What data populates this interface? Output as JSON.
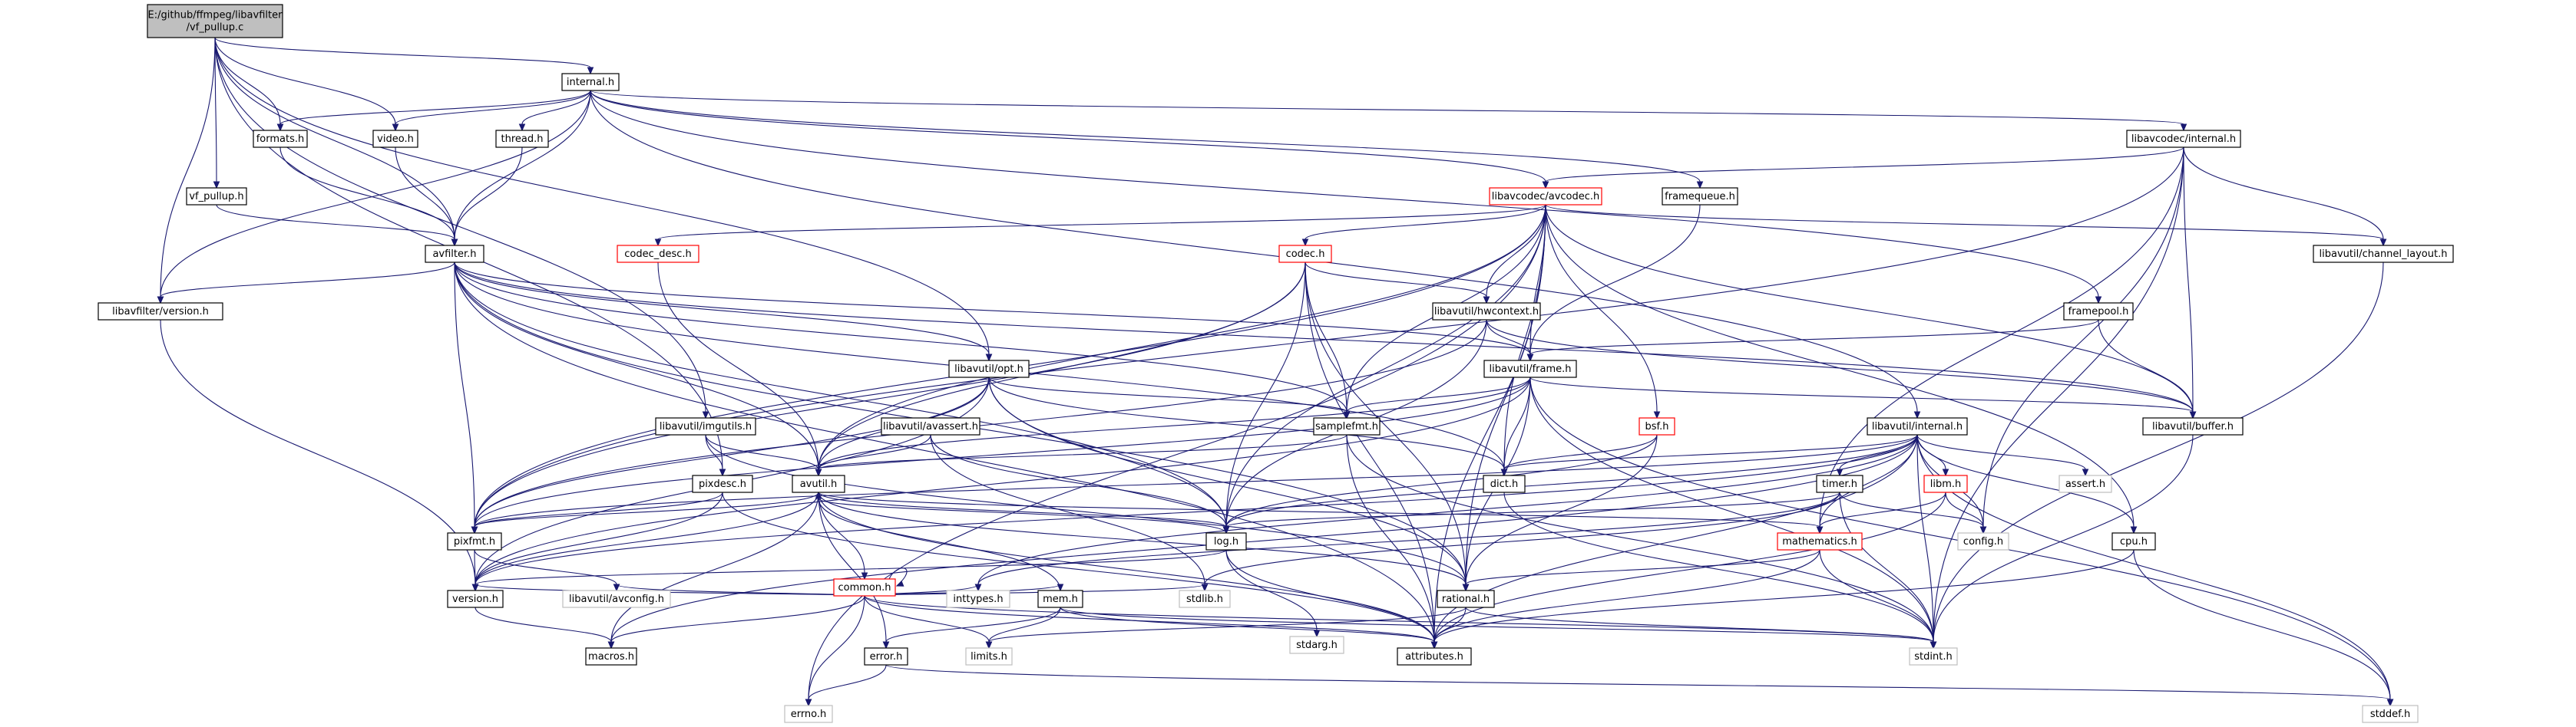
{
  "graph_title": "",
  "colors": {
    "edge": "#191970",
    "node_border_default": "#000000",
    "node_border_incomplete": "#ff0000",
    "node_border_external": "#bfbfbf",
    "root_fill": "#bfbfbf"
  },
  "nodes": [
    {
      "id": "root",
      "lines": [
        "E:/github/ffmpeg/libavfilter",
        "/vf_pullup.c"
      ],
      "style": "root"
    },
    {
      "id": "internal_h",
      "lines": [
        "internal.h"
      ],
      "style": "normal"
    },
    {
      "id": "formats_h",
      "lines": [
        "formats.h"
      ],
      "style": "normal"
    },
    {
      "id": "video_h",
      "lines": [
        "video.h"
      ],
      "style": "normal"
    },
    {
      "id": "thread_h",
      "lines": [
        "thread.h"
      ],
      "style": "normal"
    },
    {
      "id": "vf_pullup_h",
      "lines": [
        "vf_pullup.h"
      ],
      "style": "normal"
    },
    {
      "id": "avfilter_h",
      "lines": [
        "avfilter.h"
      ],
      "style": "normal"
    },
    {
      "id": "libavfilter_version_h",
      "lines": [
        "libavfilter/version.h"
      ],
      "style": "normal"
    },
    {
      "id": "codec_desc_h",
      "lines": [
        "codec_desc.h"
      ],
      "style": "red"
    },
    {
      "id": "libavcodec_avcodec_h",
      "lines": [
        "libavcodec/avcodec.h"
      ],
      "style": "red"
    },
    {
      "id": "framequeue_h",
      "lines": [
        "framequeue.h"
      ],
      "style": "normal"
    },
    {
      "id": "libavcodec_internal_h",
      "lines": [
        "libavcodec/internal.h"
      ],
      "style": "normal"
    },
    {
      "id": "libavutil_channel_layout_h",
      "lines": [
        "libavutil/channel_layout.h"
      ],
      "style": "normal"
    },
    {
      "id": "codec_h",
      "lines": [
        "codec.h"
      ],
      "style": "red"
    },
    {
      "id": "libavutil_hwcontext_h",
      "lines": [
        "libavutil/hwcontext.h"
      ],
      "style": "normal"
    },
    {
      "id": "framepool_h",
      "lines": [
        "framepool.h"
      ],
      "style": "normal"
    },
    {
      "id": "libavutil_opt_h",
      "lines": [
        "libavutil/opt.h"
      ],
      "style": "normal"
    },
    {
      "id": "libavutil_frame_h",
      "lines": [
        "libavutil/frame.h"
      ],
      "style": "normal"
    },
    {
      "id": "libavutil_buffer_h",
      "lines": [
        "libavutil/buffer.h"
      ],
      "style": "normal"
    },
    {
      "id": "libavutil_imgutils_h",
      "lines": [
        "libavutil/imgutils.h"
      ],
      "style": "normal"
    },
    {
      "id": "libavutil_avassert_h",
      "lines": [
        "libavutil/avassert.h"
      ],
      "style": "normal"
    },
    {
      "id": "samplefmt_h",
      "lines": [
        "samplefmt.h"
      ],
      "style": "normal"
    },
    {
      "id": "bsf_h",
      "lines": [
        "bsf.h"
      ],
      "style": "red"
    },
    {
      "id": "libavutil_internal_h",
      "lines": [
        "libavutil/internal.h"
      ],
      "style": "normal"
    },
    {
      "id": "pixdesc_h",
      "lines": [
        "pixdesc.h"
      ],
      "style": "normal"
    },
    {
      "id": "avutil_h",
      "lines": [
        "avutil.h"
      ],
      "style": "normal"
    },
    {
      "id": "dict_h",
      "lines": [
        "dict.h"
      ],
      "style": "normal"
    },
    {
      "id": "timer_h",
      "lines": [
        "timer.h"
      ],
      "style": "normal"
    },
    {
      "id": "libm_h",
      "lines": [
        "libm.h"
      ],
      "style": "red"
    },
    {
      "id": "assert_h",
      "lines": [
        "assert.h"
      ],
      "style": "gray"
    },
    {
      "id": "pixfmt_h",
      "lines": [
        "pixfmt.h"
      ],
      "style": "normal"
    },
    {
      "id": "log_h",
      "lines": [
        "log.h"
      ],
      "style": "normal"
    },
    {
      "id": "config_h",
      "lines": [
        "config.h"
      ],
      "style": "gray"
    },
    {
      "id": "cpu_h",
      "lines": [
        "cpu.h"
      ],
      "style": "normal"
    },
    {
      "id": "common_h",
      "lines": [
        "common.h"
      ],
      "style": "red"
    },
    {
      "id": "mathematics_h",
      "lines": [
        "mathematics.h"
      ],
      "style": "red"
    },
    {
      "id": "version_h",
      "lines": [
        "version.h"
      ],
      "style": "normal"
    },
    {
      "id": "libavutil_avconfig_h",
      "lines": [
        "libavutil/avconfig.h"
      ],
      "style": "gray"
    },
    {
      "id": "inttypes_h",
      "lines": [
        "inttypes.h"
      ],
      "style": "gray"
    },
    {
      "id": "mem_h",
      "lines": [
        "mem.h"
      ],
      "style": "normal"
    },
    {
      "id": "stdlib_h",
      "lines": [
        "stdlib.h"
      ],
      "style": "gray"
    },
    {
      "id": "rational_h",
      "lines": [
        "rational.h"
      ],
      "style": "normal"
    },
    {
      "id": "stdarg_h",
      "lines": [
        "stdarg.h"
      ],
      "style": "gray"
    },
    {
      "id": "macros_h",
      "lines": [
        "macros.h"
      ],
      "style": "normal"
    },
    {
      "id": "error_h",
      "lines": [
        "error.h"
      ],
      "style": "normal"
    },
    {
      "id": "limits_h",
      "lines": [
        "limits.h"
      ],
      "style": "gray"
    },
    {
      "id": "attributes_h",
      "lines": [
        "attributes.h"
      ],
      "style": "normal"
    },
    {
      "id": "stdint_h",
      "lines": [
        "stdint.h"
      ],
      "style": "gray"
    },
    {
      "id": "errno_h",
      "lines": [
        "errno.h"
      ],
      "style": "gray"
    },
    {
      "id": "stddef_h",
      "lines": [
        "stddef.h"
      ],
      "style": "gray"
    }
  ],
  "edges": [
    [
      "root",
      "internal_h"
    ],
    [
      "root",
      "formats_h"
    ],
    [
      "root",
      "video_h"
    ],
    [
      "root",
      "vf_pullup_h"
    ],
    [
      "root",
      "avfilter_h"
    ],
    [
      "root",
      "libavfilter_version_h"
    ],
    [
      "root",
      "pixdesc_h"
    ],
    [
      "root",
      "libavutil_imgutils_h"
    ],
    [
      "root",
      "libavutil_opt_h"
    ],
    [
      "internal_h",
      "formats_h"
    ],
    [
      "internal_h",
      "video_h"
    ],
    [
      "internal_h",
      "thread_h"
    ],
    [
      "internal_h",
      "avfilter_h"
    ],
    [
      "internal_h",
      "libavfilter_version_h"
    ],
    [
      "internal_h",
      "libavcodec_avcodec_h"
    ],
    [
      "internal_h",
      "framequeue_h"
    ],
    [
      "internal_h",
      "libavcodec_internal_h"
    ],
    [
      "internal_h",
      "framepool_h"
    ],
    [
      "internal_h",
      "libavutil_internal_h"
    ],
    [
      "formats_h",
      "avfilter_h"
    ],
    [
      "video_h",
      "avfilter_h"
    ],
    [
      "thread_h",
      "avfilter_h"
    ],
    [
      "vf_pullup_h",
      "avfilter_h"
    ],
    [
      "avfilter_h",
      "libavfilter_version_h"
    ],
    [
      "avfilter_h",
      "libavutil_opt_h"
    ],
    [
      "avfilter_h",
      "libavutil_frame_h"
    ],
    [
      "avfilter_h",
      "samplefmt_h"
    ],
    [
      "avfilter_h",
      "dict_h"
    ],
    [
      "avfilter_h",
      "log_h"
    ],
    [
      "avfilter_h",
      "pixfmt_h"
    ],
    [
      "avfilter_h",
      "avutil_h"
    ],
    [
      "avfilter_h",
      "rational_h"
    ],
    [
      "avfilter_h",
      "attributes_h"
    ],
    [
      "avfilter_h",
      "libavutil_buffer_h"
    ],
    [
      "libavfilter_version_h",
      "version_h"
    ],
    [
      "codec_desc_h",
      "avutil_h"
    ],
    [
      "libavcodec_avcodec_h",
      "codec_desc_h"
    ],
    [
      "libavcodec_avcodec_h",
      "codec_h"
    ],
    [
      "libavcodec_avcodec_h",
      "bsf_h"
    ],
    [
      "libavcodec_avcodec_h",
      "libavutil_hwcontext_h"
    ],
    [
      "libavcodec_avcodec_h",
      "libavutil_frame_h"
    ],
    [
      "libavcodec_avcodec_h",
      "libavutil_channel_layout_h"
    ],
    [
      "libavcodec_avcodec_h",
      "libavutil_buffer_h"
    ],
    [
      "libavcodec_avcodec_h",
      "samplefmt_h"
    ],
    [
      "libavcodec_avcodec_h",
      "dict_h"
    ],
    [
      "libavcodec_avcodec_h",
      "log_h"
    ],
    [
      "libavcodec_avcodec_h",
      "pixfmt_h"
    ],
    [
      "libavcodec_avcodec_h",
      "rational_h"
    ],
    [
      "libavcodec_avcodec_h",
      "attributes_h"
    ],
    [
      "libavcodec_avcodec_h",
      "avutil_h"
    ],
    [
      "libavcodec_avcodec_h",
      "cpu_h"
    ],
    [
      "libavcodec_avcodec_h",
      "errno_h"
    ],
    [
      "framequeue_h",
      "libavutil_frame_h"
    ],
    [
      "libavcodec_internal_h",
      "libavcodec_avcodec_h"
    ],
    [
      "libavcodec_internal_h",
      "libavutil_channel_layout_h"
    ],
    [
      "libavcodec_internal_h",
      "libavutil_buffer_h"
    ],
    [
      "libavcodec_internal_h",
      "mathematics_h"
    ],
    [
      "libavcodec_internal_h",
      "config_h"
    ],
    [
      "libavcodec_internal_h",
      "pixfmt_h"
    ],
    [
      "libavcodec_internal_h",
      "stdint_h"
    ],
    [
      "libavutil_channel_layout_h",
      "stdint_h"
    ],
    [
      "codec_h",
      "libavutil_hwcontext_h"
    ],
    [
      "codec_h",
      "samplefmt_h"
    ],
    [
      "codec_h",
      "log_h"
    ],
    [
      "codec_h",
      "rational_h"
    ],
    [
      "codec_h",
      "avutil_h"
    ],
    [
      "codec_h",
      "attributes_h"
    ],
    [
      "codec_h",
      "pixfmt_h"
    ],
    [
      "libavutil_hwcontext_h",
      "libavutil_frame_h"
    ],
    [
      "libavutil_hwcontext_h",
      "libavutil_buffer_h"
    ],
    [
      "libavutil_hwcontext_h",
      "pixfmt_h"
    ],
    [
      "libavutil_hwcontext_h",
      "log_h"
    ],
    [
      "framepool_h",
      "libavutil_frame_h"
    ],
    [
      "framepool_h",
      "libavutil_buffer_h"
    ],
    [
      "libavutil_opt_h",
      "rational_h"
    ],
    [
      "libavutil_opt_h",
      "avutil_h"
    ],
    [
      "libavutil_opt_h",
      "dict_h"
    ],
    [
      "libavutil_opt_h",
      "log_h"
    ],
    [
      "libavutil_opt_h",
      "pixfmt_h"
    ],
    [
      "libavutil_opt_h",
      "samplefmt_h"
    ],
    [
      "libavutil_opt_h",
      "version_h"
    ],
    [
      "libavutil_frame_h",
      "libavutil_buffer_h"
    ],
    [
      "libavutil_frame_h",
      "dict_h"
    ],
    [
      "libavutil_frame_h",
      "rational_h"
    ],
    [
      "libavutil_frame_h",
      "samplefmt_h"
    ],
    [
      "libavutil_frame_h",
      "pixfmt_h"
    ],
    [
      "libavutil_frame_h",
      "avutil_h"
    ],
    [
      "libavutil_frame_h",
      "version_h"
    ],
    [
      "libavutil_frame_h",
      "stdint_h"
    ],
    [
      "libavutil_frame_h",
      "stddef_h"
    ],
    [
      "libavutil_buffer_h",
      "stdint_h"
    ],
    [
      "libavutil_imgutils_h",
      "avutil_h"
    ],
    [
      "libavutil_imgutils_h",
      "pixdesc_h"
    ],
    [
      "libavutil_imgutils_h",
      "rational_h"
    ],
    [
      "libavutil_avassert_h",
      "avutil_h"
    ],
    [
      "libavutil_avassert_h",
      "log_h"
    ],
    [
      "libavutil_avassert_h",
      "stdlib_h"
    ],
    [
      "samplefmt_h",
      "avutil_h"
    ],
    [
      "samplefmt_h",
      "attributes_h"
    ],
    [
      "samplefmt_h",
      "stdint_h"
    ],
    [
      "bsf_h",
      "dict_h"
    ],
    [
      "bsf_h",
      "log_h"
    ],
    [
      "bsf_h",
      "rational_h"
    ],
    [
      "libavutil_internal_h",
      "dict_h"
    ],
    [
      "libavutil_internal_h",
      "pixfmt_h"
    ],
    [
      "libavutil_internal_h",
      "timer_h"
    ],
    [
      "libavutil_internal_h",
      "libm_h"
    ],
    [
      "libavutil_internal_h",
      "assert_h"
    ],
    [
      "libavutil_internal_h",
      "config_h"
    ],
    [
      "libavutil_internal_h",
      "cpu_h"
    ],
    [
      "libavutil_internal_h",
      "attributes_h"
    ],
    [
      "libavutil_internal_h",
      "log_h"
    ],
    [
      "libavutil_internal_h",
      "macros_h"
    ],
    [
      "libavutil_internal_h",
      "stdint_h"
    ],
    [
      "libavutil_internal_h",
      "stddef_h"
    ],
    [
      "libavutil_internal_h",
      "version_h"
    ],
    [
      "libavutil_internal_h",
      "inttypes_h"
    ],
    [
      "libavutil_internal_h",
      "mathematics_h"
    ],
    [
      "pixdesc_h",
      "pixfmt_h"
    ],
    [
      "pixdesc_h",
      "version_h"
    ],
    [
      "pixdesc_h",
      "attributes_h"
    ],
    [
      "avutil_h",
      "common_h"
    ],
    [
      "avutil_h",
      "error_h"
    ],
    [
      "avutil_h",
      "version_h"
    ],
    [
      "avutil_h",
      "mathematics_h"
    ],
    [
      "avutil_h",
      "rational_h"
    ],
    [
      "avutil_h",
      "log_h"
    ],
    [
      "avutil_h",
      "pixfmt_h"
    ],
    [
      "avutil_h",
      "macros_h"
    ],
    [
      "avutil_h",
      "attributes_h"
    ],
    [
      "dict_h",
      "stdint_h"
    ],
    [
      "timer_h",
      "config_h"
    ],
    [
      "timer_h",
      "log_h"
    ],
    [
      "timer_h",
      "stdlib_h"
    ],
    [
      "timer_h",
      "inttypes_h"
    ],
    [
      "timer_h",
      "stdint_h"
    ],
    [
      "libm_h",
      "attributes_h"
    ],
    [
      "libm_h",
      "mathematics_h"
    ],
    [
      "libm_h",
      "config_h"
    ],
    [
      "pixfmt_h",
      "libavutil_avconfig_h"
    ],
    [
      "pixfmt_h",
      "version_h"
    ],
    [
      "log_h",
      "avutil_h"
    ],
    [
      "log_h",
      "attributes_h"
    ],
    [
      "log_h",
      "version_h"
    ],
    [
      "log_h",
      "stdarg_h"
    ],
    [
      "cpu_h",
      "attributes_h"
    ],
    [
      "cpu_h",
      "stddef_h"
    ],
    [
      "common_h",
      "common_h"
    ],
    [
      "common_h",
      "attributes_h"
    ],
    [
      "common_h",
      "macros_h"
    ],
    [
      "common_h",
      "version_h"
    ],
    [
      "common_h",
      "libavutil_avconfig_h"
    ],
    [
      "common_h",
      "inttypes_h"
    ],
    [
      "common_h",
      "mem_h"
    ],
    [
      "common_h",
      "stdlib_h"
    ],
    [
      "common_h",
      "errno_h"
    ],
    [
      "common_h",
      "limits_h"
    ],
    [
      "common_h",
      "stdint_h"
    ],
    [
      "mathematics_h",
      "rational_h"
    ],
    [
      "mathematics_h",
      "attributes_h"
    ],
    [
      "mathematics_h",
      "stdint_h"
    ],
    [
      "version_h",
      "macros_h"
    ],
    [
      "mem_h",
      "error_h"
    ],
    [
      "mem_h",
      "avutil_h"
    ],
    [
      "mem_h",
      "limits_h"
    ],
    [
      "mem_h",
      "attributes_h"
    ],
    [
      "mem_h",
      "stdint_h"
    ],
    [
      "rational_h",
      "attributes_h"
    ],
    [
      "rational_h",
      "limits_h"
    ],
    [
      "rational_h",
      "stdint_h"
    ],
    [
      "error_h",
      "errno_h"
    ],
    [
      "error_h",
      "stddef_h"
    ]
  ]
}
